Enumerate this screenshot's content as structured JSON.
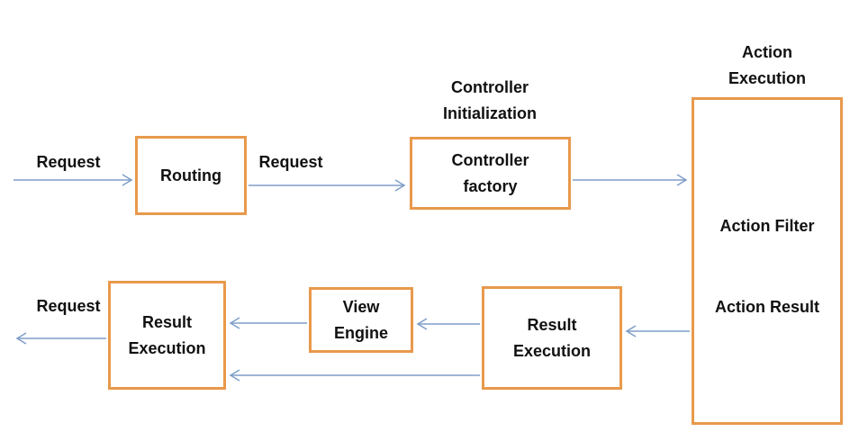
{
  "title": "MVC request pipeline diagram",
  "colors": {
    "background": "#ffffff",
    "box_border": "#e8994c",
    "arrow": "#7e9ec8",
    "text": "#111111"
  },
  "diagram": {
    "nodes": {
      "routing": "Routing",
      "controller_factory": "Controller\nfactory",
      "result_execution_right": "Result\nExecution",
      "view_engine": "View\nEngine",
      "result_execution_left": "Result\nExecution",
      "action_execution_container": {
        "action_filter": "Action Filter",
        "action_result": "Action Result"
      }
    },
    "annotations": {
      "controller_initialization": "Controller\nInitialization",
      "action_execution": "Action\nExecution"
    },
    "edge_labels": {
      "request_in": "Request",
      "request_mid": "Request",
      "request_out": "Request"
    }
  }
}
